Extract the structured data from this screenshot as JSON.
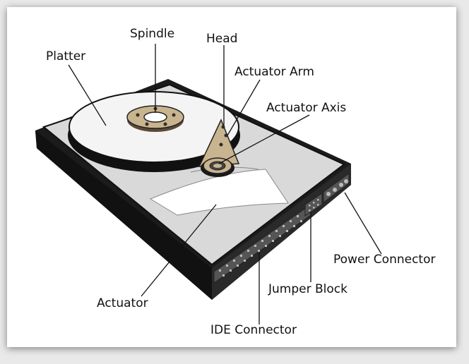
{
  "labels": {
    "spindle": "Spindle",
    "head": "Head",
    "platter": "Platter",
    "actuator_arm": "Actuator Arm",
    "actuator_axis": "Actuator Axis",
    "power_connector": "Power Connector",
    "jumper_block": "Jumper Block",
    "actuator": "Actuator",
    "ide_connector": "IDE Connector"
  }
}
